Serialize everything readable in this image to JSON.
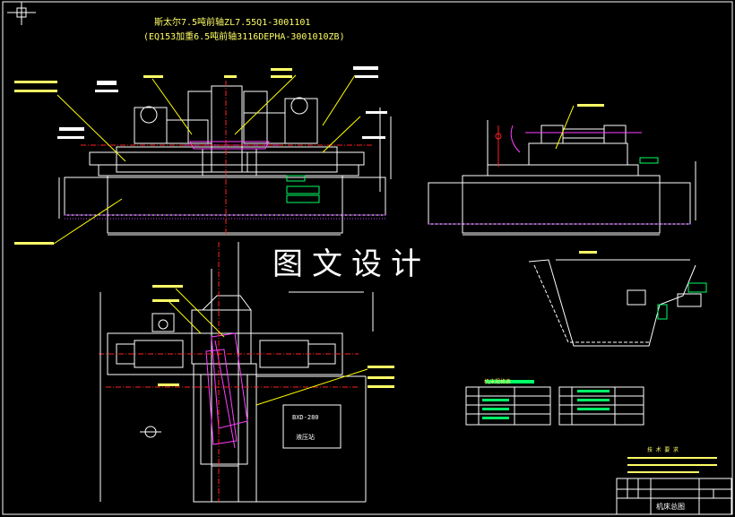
{
  "drawing": {
    "title_line1": "斯太尔7.5吨前轴ZL7.55Q1-3001101",
    "title_line2": "(EQ153加重6.5吨前轴3116DEPHA-3001010ZB)",
    "watermark": "图文设计",
    "panel_code": "BXD-280",
    "panel_name": "液压站",
    "notes_title": "技 术 要 求",
    "title_block_name": "机床总图",
    "table_title": "机床规格表",
    "colors": {
      "background": "#000000",
      "outline": "#ffffff",
      "centerline": "#ff2020",
      "annotation": "#ffff66",
      "highlight": "#ff40ff",
      "leader": "#ffff00",
      "detail": "#00ff66",
      "hidden": "#c040ff"
    }
  }
}
